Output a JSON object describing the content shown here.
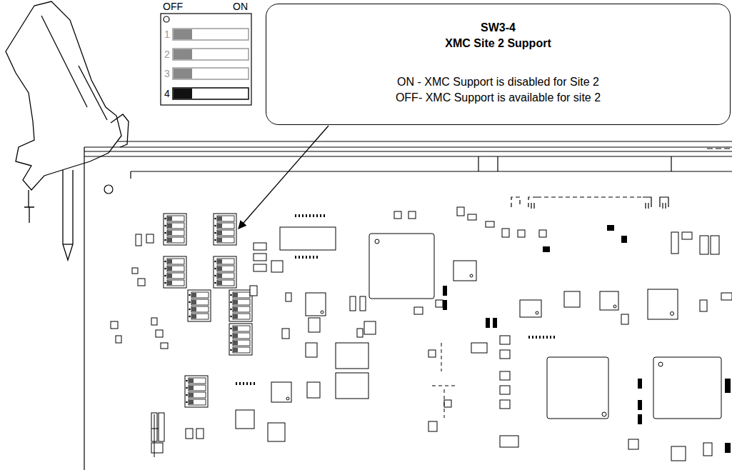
{
  "diagram": {
    "nodes": [
      {
        "text": [
          "SW3-4",
          "XMC Site 2 Support",
          "ON - XMC Support is disabled for Site 2",
          "OFF- XMC Support is available for site 2"
        ]
      }
    ],
    "labels": [
      "OFF",
      "ON",
      "1",
      "2",
      "3",
      "4"
    ]
  }
}
